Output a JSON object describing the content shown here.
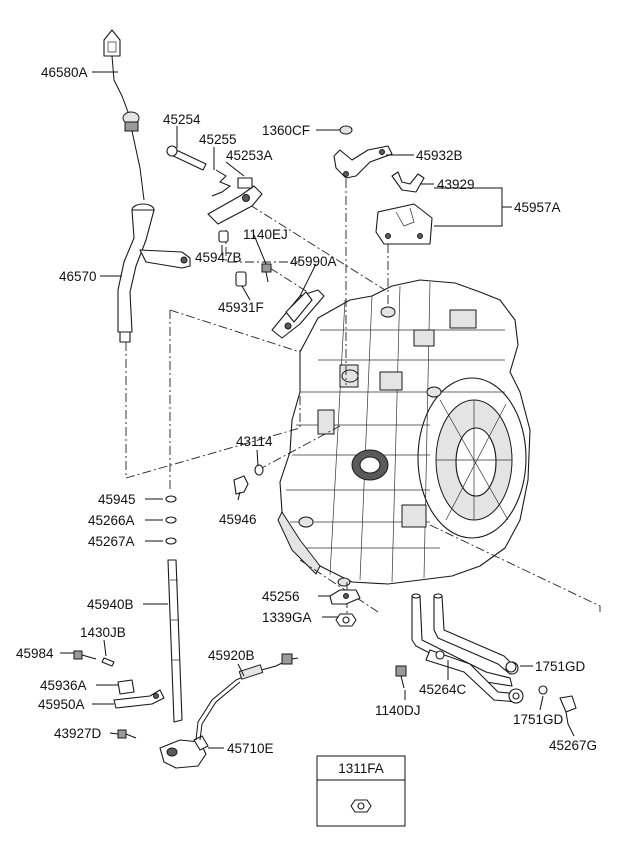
{
  "callouts": {
    "c46580A": "46580A",
    "c45254": "45254",
    "c45255": "45255",
    "c1360CF": "1360CF",
    "c45932B": "45932B",
    "c45253A": "45253A",
    "c43929": "43929",
    "c45957A": "45957A",
    "c1140EJ": "1140EJ",
    "c45947B": "45947B",
    "c46570": "46570",
    "c45990A": "45990A",
    "c45931F": "45931F",
    "c43114": "43114",
    "c45945": "45945",
    "c45266A": "45266A",
    "c45946": "45946",
    "c45267A": "45267A",
    "c45256": "45256",
    "c45940B": "45940B",
    "c1339GA": "1339GA",
    "c1430JB": "1430JB",
    "c45984": "45984",
    "c45920B": "45920B",
    "c1751GD_a": "1751GD",
    "c45936A": "45936A",
    "c45264C": "45264C",
    "c45950A": "45950A",
    "c1140DJ": "1140DJ",
    "c1751GD_b": "1751GD",
    "c43927D": "43927D",
    "c45710E": "45710E",
    "c45267G": "45267G"
  },
  "legend_box": {
    "title": "1311FA"
  }
}
